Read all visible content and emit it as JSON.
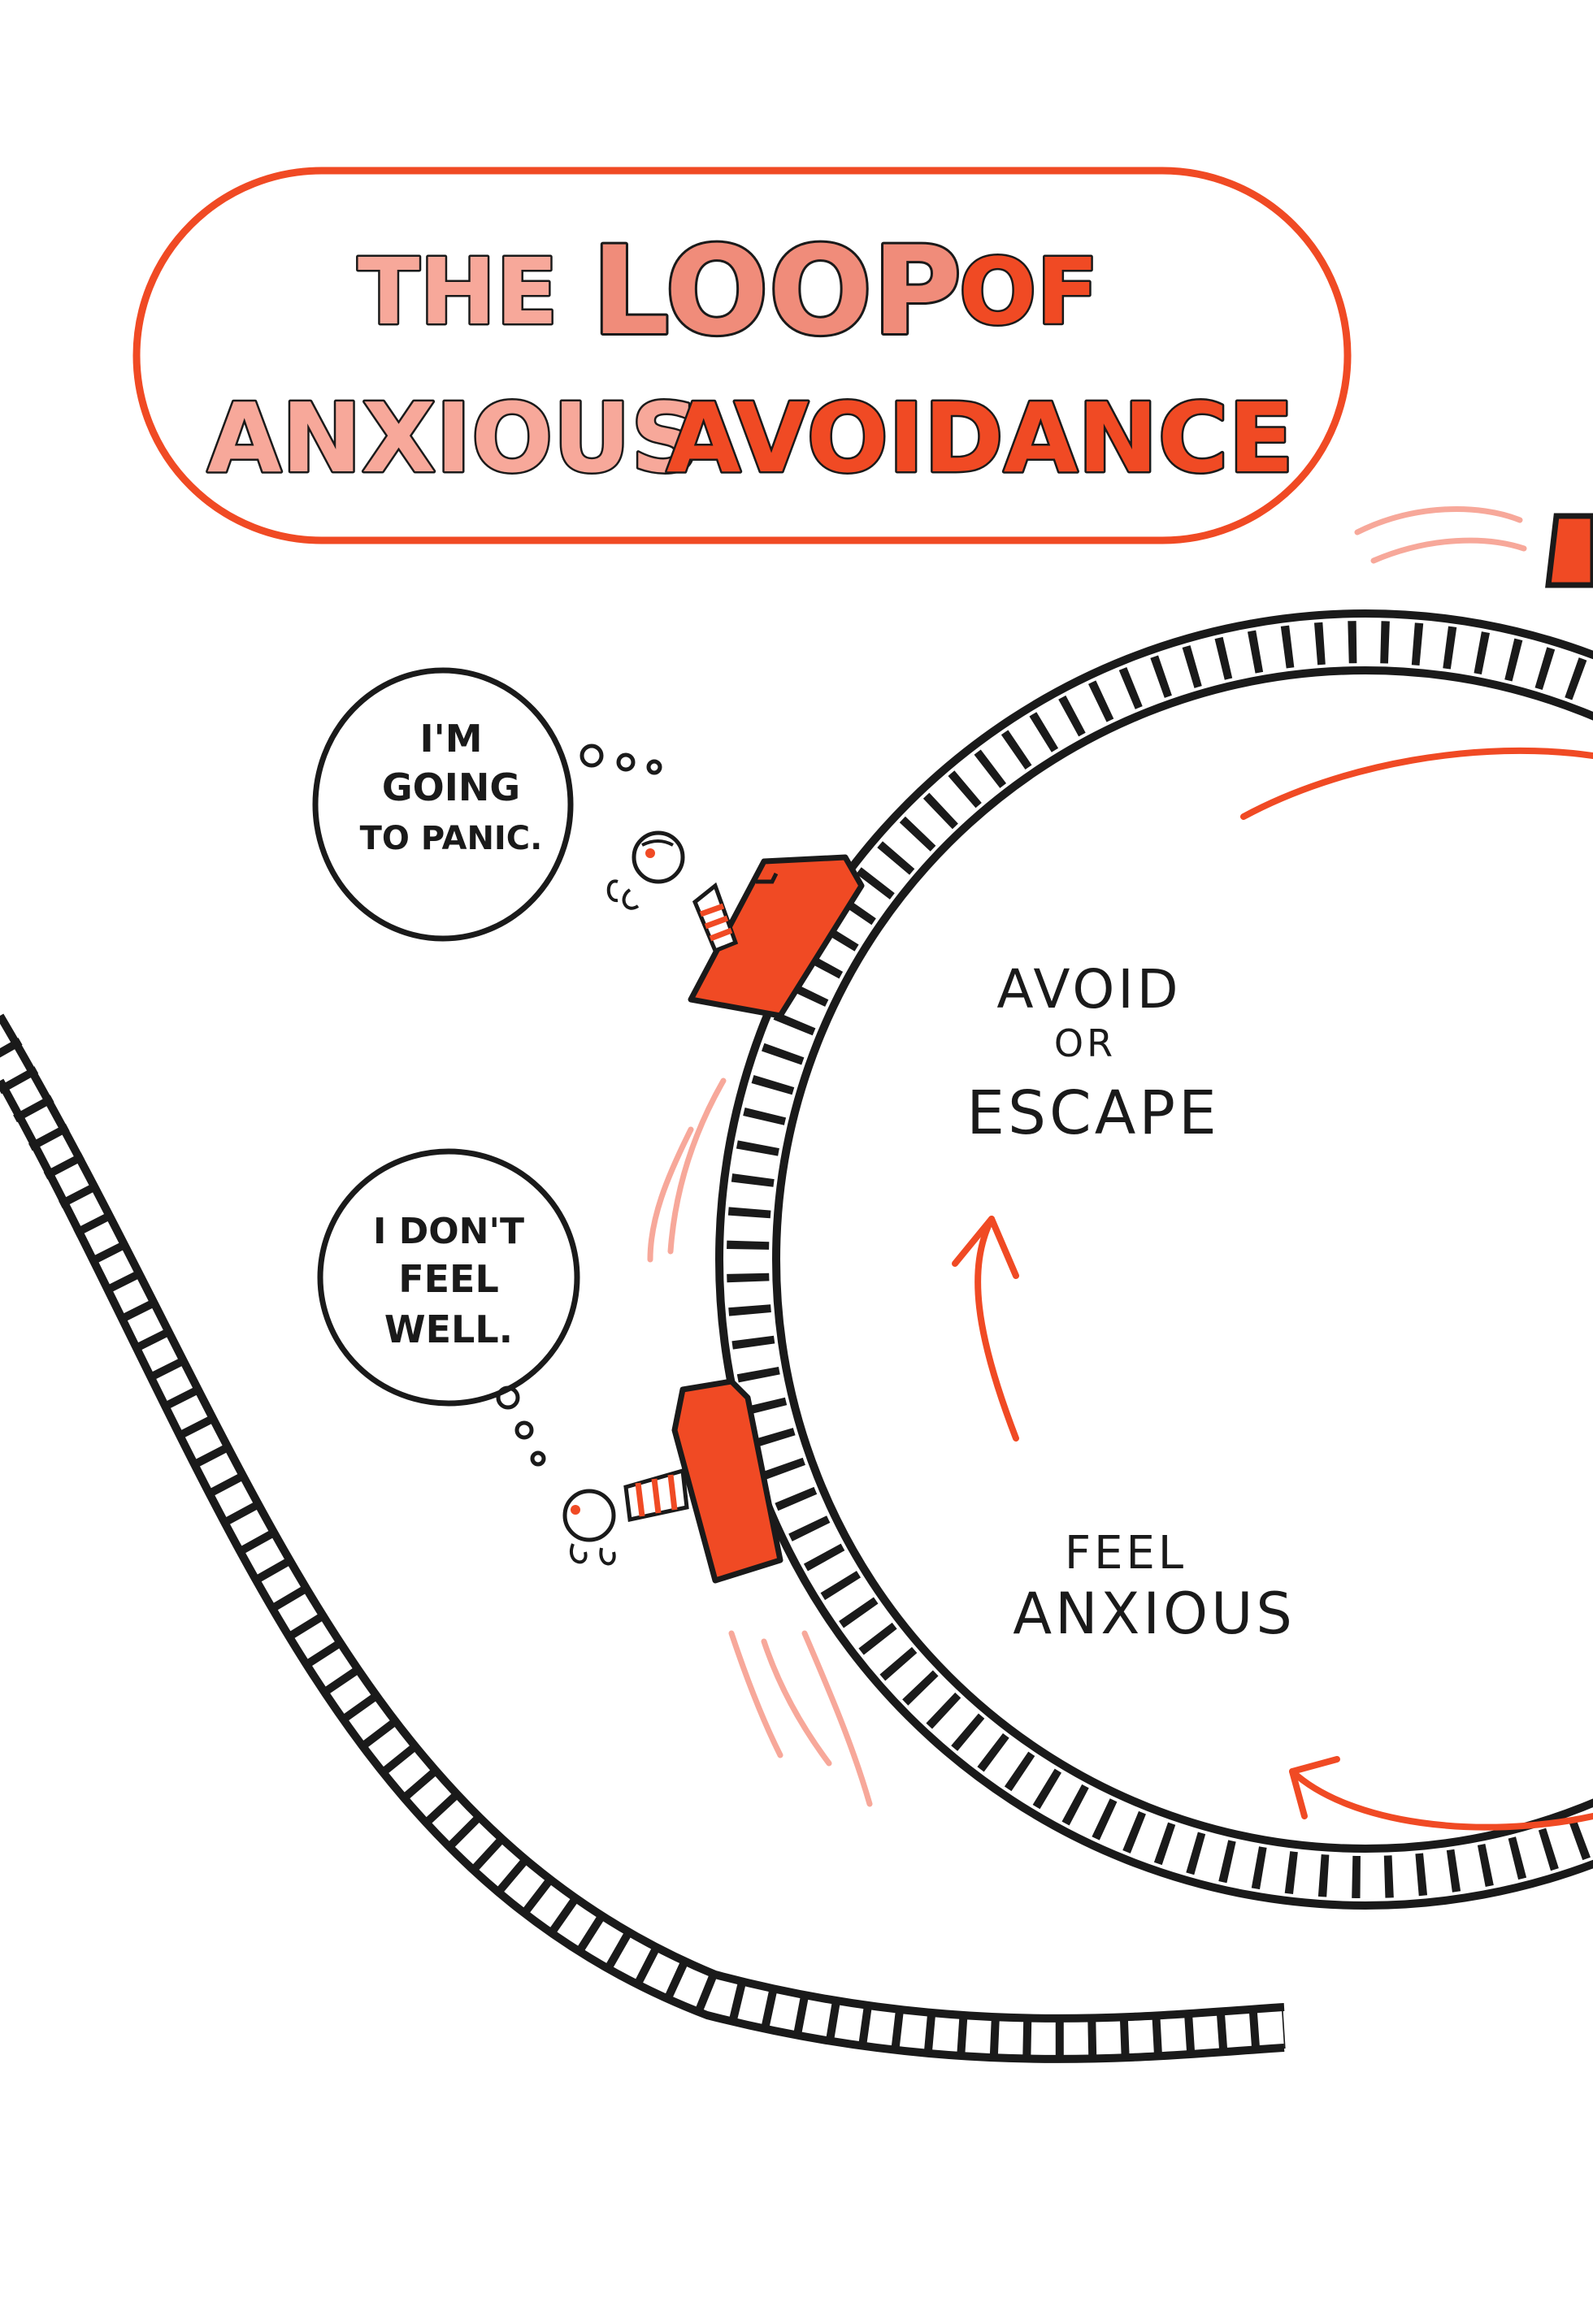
{
  "title": {
    "line1_a": "THE",
    "line1_b": "LOOP",
    "line1_c": "OF",
    "line2_a": "ANXIOUS",
    "line2_b": "AVOIDANCE"
  },
  "thought_bubbles": {
    "top": {
      "line1": "I'M",
      "line2": "GOING",
      "line3": "TO PANIC."
    },
    "bottom": {
      "line1": "I DON'T",
      "line2": "FEEL",
      "line3": "WELL."
    }
  },
  "loop_labels": {
    "avoid": {
      "line1": "AVOID",
      "line2": "OR",
      "line3": "ESCAPE"
    },
    "anxious": {
      "line1": "FEEL",
      "line2": "ANXIOUS"
    }
  },
  "colors": {
    "accent_red": "#f04a24",
    "light_pink": "#f7a89a",
    "salmon": "#f08c7a",
    "ink": "#1a1a1a"
  }
}
